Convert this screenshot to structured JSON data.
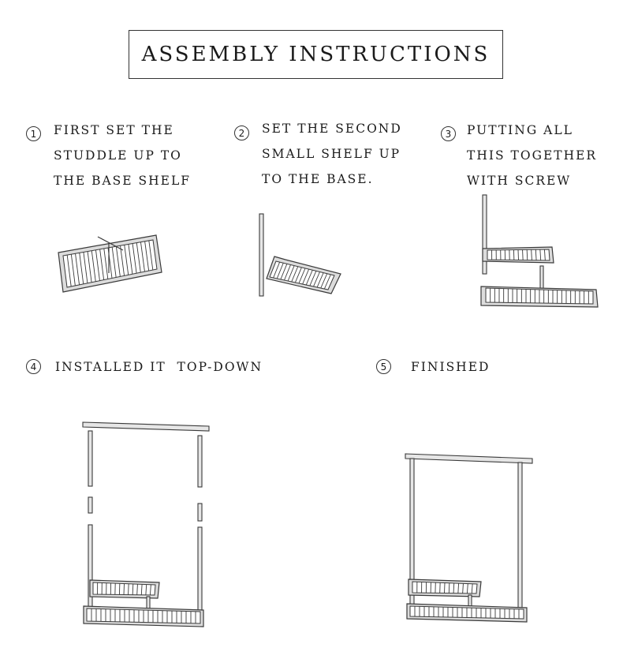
{
  "title": "ASSEMBLY INSTRUCTIONS",
  "steps": [
    {
      "number": "1",
      "lines": [
        "FIRST SET THE",
        "STUDDLE UP TO",
        "THE BASE SHELF"
      ]
    },
    {
      "number": "2",
      "lines": [
        "SET THE SECOND",
        "SMALL SHELF UP",
        "TO THE BASE."
      ]
    },
    {
      "number": "3",
      "lines": [
        "PUTTING ALL",
        "THIS TOGETHER",
        "WITH SCREW"
      ]
    },
    {
      "number": "4",
      "lines": [
        "INSTALLED IT  TOP-DOWN"
      ]
    },
    {
      "number": "5",
      "lines": [
        "FINISHED"
      ]
    }
  ]
}
